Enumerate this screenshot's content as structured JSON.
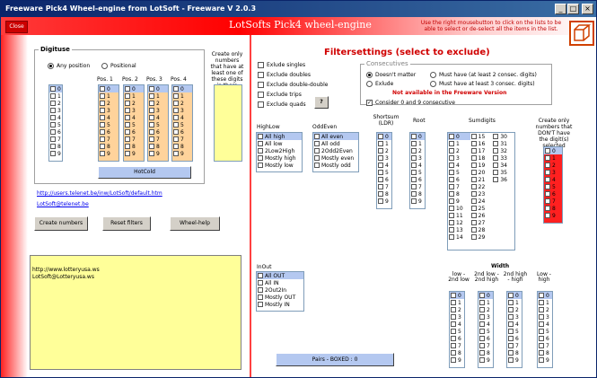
{
  "window": {
    "title": "Freeware Pick4 Wheel-engine from LotSoft - Freeware V 2.0.3",
    "min": "_",
    "max": "□",
    "close": "×"
  },
  "header": {
    "close_label": "Close",
    "app_title": "LotSofts Pick4 wheel-engine",
    "hint": "Use the right mousebutton to click on the lists to be able to select or de-select all the items in the list."
  },
  "digituse": {
    "title": "Digituse",
    "any_position": "Any position",
    "positional": "Positional",
    "pos_labels": [
      "Pos. 1",
      "Pos. 2",
      "Pos. 3",
      "Pos. 4"
    ],
    "hotcold": "HotCold",
    "digits": [
      "0",
      "1",
      "2",
      "3",
      "4",
      "5",
      "6",
      "7",
      "8",
      "9"
    ]
  },
  "create_only_text": "Create only numbers that have at least one of these digits in them",
  "links": {
    "url": "http://users.telenet.be/inw/LotSoft/default.htm",
    "email": "LotSoft@telenet.be"
  },
  "buttons": {
    "create": "Create numbers",
    "reset": "Reset filters",
    "help": "Wheel-help",
    "question": "?"
  },
  "notes": {
    "lines": [
      "http://www.lotteryusa.ws",
      "LotSoft@Lotteryusa.ws"
    ]
  },
  "filter": {
    "title": "Filtersettings (select to exclude)",
    "excludes": [
      "Exlude singles",
      "Exclude doubles",
      "Exclude double-double",
      "Exclude trips",
      "Exclude quads"
    ],
    "consec_title": "Consecutives",
    "consec_options": [
      "Doesn't matter",
      "Exlude",
      "Must have (at least 2 consec. digits)",
      "Must have at least 3 consec. digits)"
    ],
    "not_available": "Not available in the Freeware Version",
    "consider09": "Consider 0 and 9 consecutive"
  },
  "highlow": {
    "title": "HighLow",
    "items": [
      "All high",
      "All low",
      "2Low2High",
      "Mostly high",
      "Mostly low"
    ]
  },
  "oddeven": {
    "title": "OddEven",
    "items": [
      "All even",
      "All odd",
      "2Odd2Even",
      "Mostly even",
      "Mostly odd"
    ]
  },
  "shortsum": {
    "title": "Shortsum (LDR)"
  },
  "root": {
    "title": "Root"
  },
  "sumdigits": {
    "title": "Sumdigits",
    "col1": [
      "0",
      "1",
      "2",
      "3",
      "4",
      "5",
      "6",
      "7",
      "8",
      "9",
      "10",
      "11",
      "12",
      "13",
      "14"
    ],
    "col2": [
      "15",
      "16",
      "17",
      "18",
      "19",
      "20",
      "21",
      "22",
      "23",
      "24",
      "25",
      "26",
      "27",
      "28",
      "29"
    ],
    "col3": [
      "30",
      "31",
      "32",
      "33",
      "34",
      "35",
      "36"
    ]
  },
  "dont_have": {
    "title": "Create only numbers that DON'T have the digit(s) selected"
  },
  "inout": {
    "title": "InOut",
    "items": [
      "All OUT",
      "All IN",
      "2Out2In",
      "Mostly OUT",
      "Mostly IN"
    ]
  },
  "pairs": {
    "label": "Pairs - BOXED : 0"
  },
  "width": {
    "title": "Width",
    "cols": [
      "low - 2nd low",
      "2nd low - 2nd high",
      "2nd high - high",
      "Low - high"
    ]
  },
  "colors": {
    "accent": "#ff0000",
    "selected": "#b4c8f0",
    "orange": "#ffd39b",
    "yellow": "#ffff99"
  }
}
